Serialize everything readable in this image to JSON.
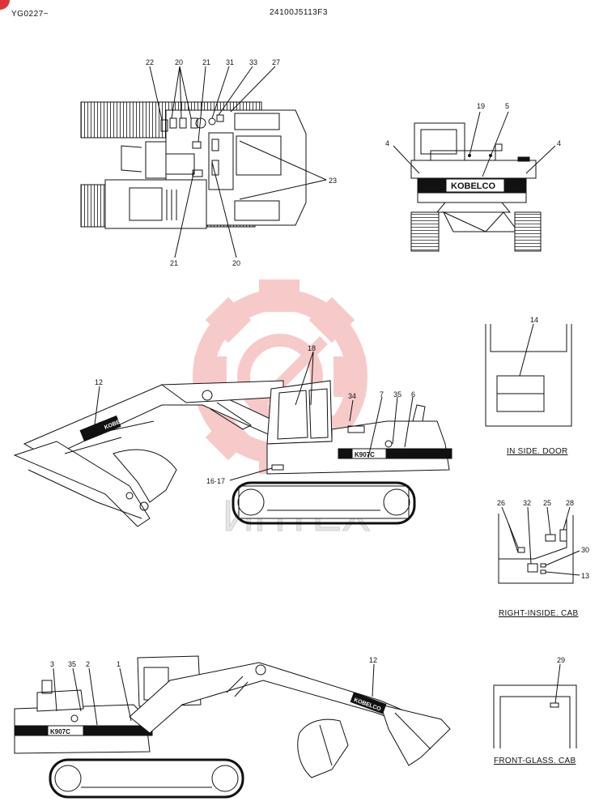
{
  "header": {
    "model_range": "YG0227~",
    "part_number": "24100J5113F3"
  },
  "brand": {
    "name": "KOBELCO",
    "model_badge": "K907C",
    "badge_color": "#111111",
    "watermark_color": "#f2a0a0"
  },
  "captions": {
    "inside_door": "IN SIDE. DOOR",
    "right_inside_cab": "RIGHT-INSIDE. CAB",
    "front_glass_cab": "FRONT-GLASS. CAB"
  },
  "callouts": {
    "top_view": [
      "22",
      "20",
      "21",
      "31",
      "33",
      "27",
      "23",
      "21",
      "20"
    ],
    "rear_view": [
      "19",
      "5",
      "4",
      "4"
    ],
    "side_view": [
      "18",
      "12",
      "34",
      "7",
      "35",
      "6",
      "16·17"
    ],
    "inside_door": [
      "14"
    ],
    "right_inside_cab": [
      "26",
      "32",
      "25",
      "28",
      "30",
      "13"
    ],
    "bottom_view": [
      "3",
      "35",
      "2",
      "1",
      "12"
    ],
    "front_glass": [
      "29"
    ]
  }
}
